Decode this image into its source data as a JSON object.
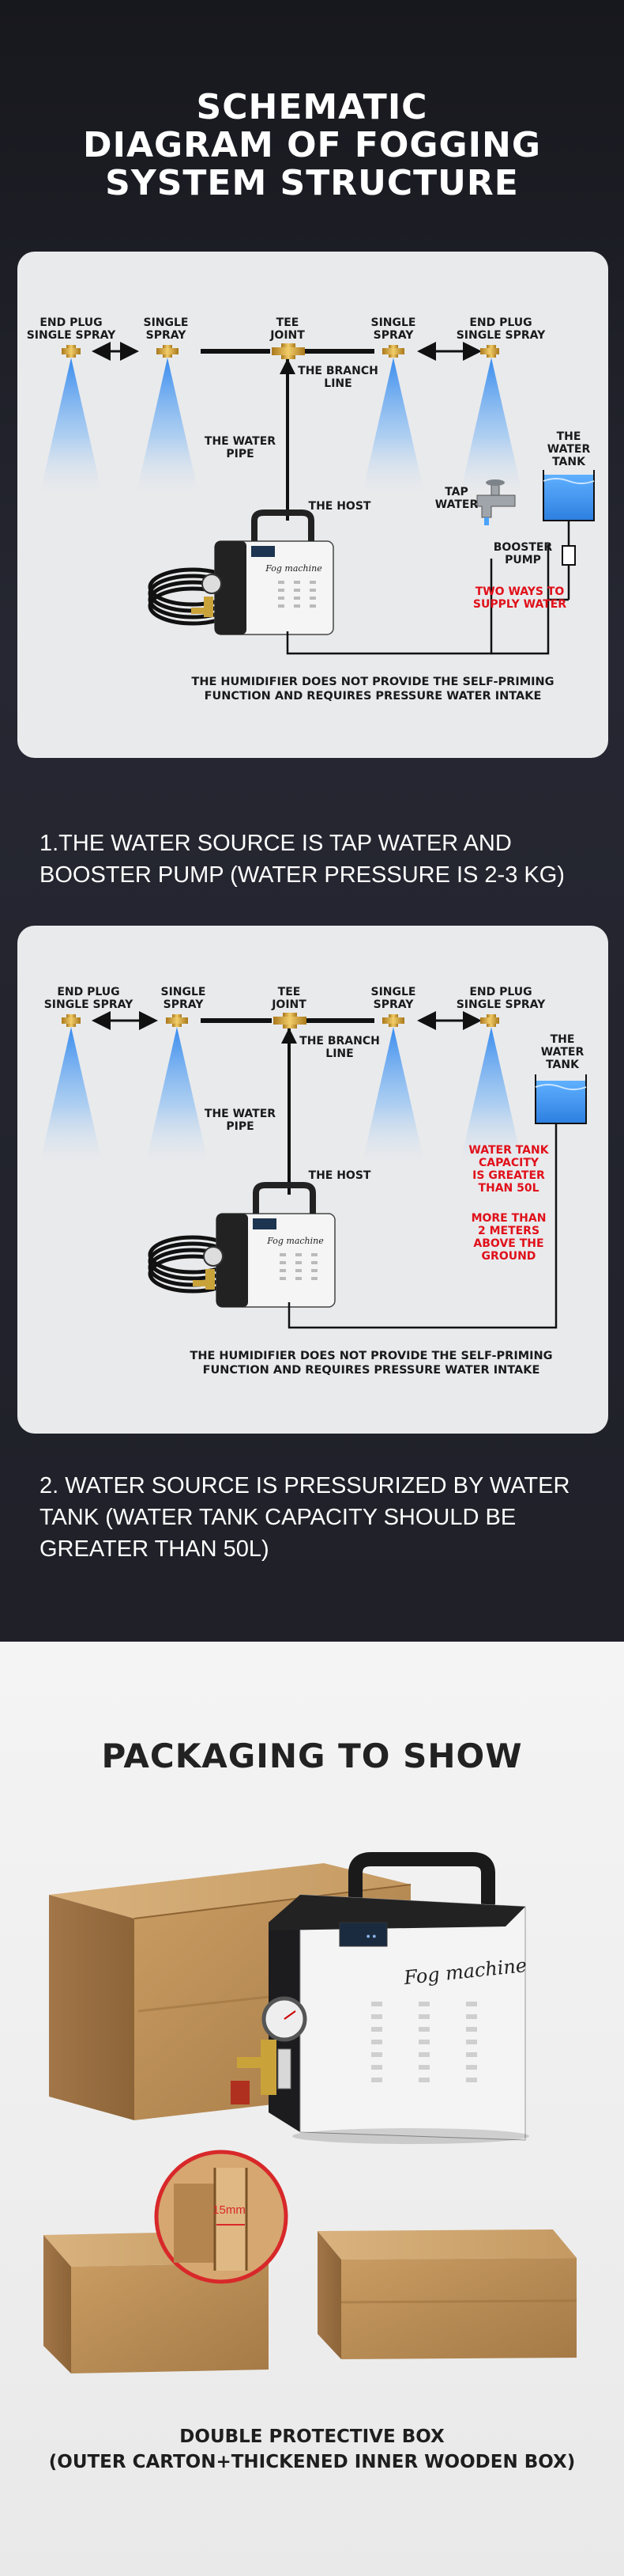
{
  "title": {
    "line1": "SCHEMATIC",
    "line2": "DIAGRAM OF FOGGING",
    "line3": "SYSTEM STRUCTURE"
  },
  "diagram1": {
    "end_plug_left": [
      "END PLUG",
      "SINGLE SPRAY"
    ],
    "single_spray_left": [
      "SINGLE",
      "SPRAY"
    ],
    "tee_joint": [
      "TEE",
      "JOINT"
    ],
    "single_spray_right": [
      "SINGLE",
      "SPRAY"
    ],
    "end_plug_right": [
      "END PLUG",
      "SINGLE SPRAY"
    ],
    "branch_line": [
      "THE BRANCH",
      "LINE"
    ],
    "water_pipe": [
      "THE WATER",
      "PIPE"
    ],
    "host": "THE HOST",
    "tap_water": [
      "TAP",
      "WATER"
    ],
    "water_tank": [
      "THE",
      "WATER",
      "TANK"
    ],
    "booster_pump": [
      "BOOSTER",
      "PUMP"
    ],
    "two_ways": [
      "TWO WAYS TO",
      "SUPPLY WATER"
    ],
    "note": [
      "THE HUMIDIFIER DOES NOT PROVIDE THE SELF-PRIMING",
      "FUNCTION AND REQUIRES PRESSURE WATER INTAKE"
    ],
    "machine_label": "Fog machine"
  },
  "caption1": "1.THE WATER SOURCE IS TAP WATER AND BOOSTER PUMP (WATER PRESSURE IS 2-3 KG)",
  "diagram2": {
    "end_plug_left": [
      "END PLUG",
      "SINGLE SPRAY"
    ],
    "single_spray_left": [
      "SINGLE",
      "SPRAY"
    ],
    "tee_joint": [
      "TEE",
      "JOINT"
    ],
    "single_spray_right": [
      "SINGLE",
      "SPRAY"
    ],
    "end_plug_right": [
      "END PLUG",
      "SINGLE SPRAY"
    ],
    "branch_line": [
      "THE BRANCH",
      "LINE"
    ],
    "water_pipe": [
      "THE WATER",
      "PIPE"
    ],
    "host": "THE HOST",
    "water_tank": [
      "THE",
      "WATER",
      "TANK"
    ],
    "capacity": [
      "WATER TANK",
      "CAPACITY",
      "IS GREATER",
      "THAN 50L"
    ],
    "height": [
      "MORE THAN",
      "2 METERS",
      "ABOVE THE",
      "GROUND"
    ],
    "note": [
      "THE HUMIDIFIER DOES NOT PROVIDE THE SELF-PRIMING",
      "FUNCTION AND REQUIRES PRESSURE WATER INTAKE"
    ],
    "machine_label": "Fog machine"
  },
  "caption2": "2. WATER SOURCE IS PRESSURIZED BY WATER TANK (WATER TANK CAPACITY SHOULD BE GREATER THAN 50L)",
  "packaging": {
    "title": "PACKAGING TO SHOW",
    "machine_label": "Fog machine",
    "thickness": "15mm",
    "caption_line1": "DOUBLE PROTECTIVE BOX",
    "caption_line2": "(OUTER CARTON+THICKENED INNER WOODEN BOX)"
  },
  "colors": {
    "dark_bg": "#1f2028",
    "panel": "#e9eaec",
    "accent_red": "#e0101a",
    "spray_blue": "#4a9ff0",
    "carton": "#c89a60"
  }
}
